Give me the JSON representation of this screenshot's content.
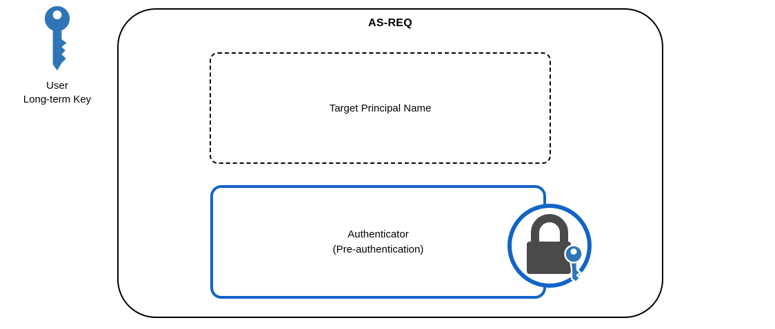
{
  "user_key": {
    "icon": "key-icon",
    "label_line1": "User",
    "label_line2": "Long-term Key"
  },
  "as_req": {
    "title": "AS-REQ",
    "target_principal": {
      "label": "Target Principal Name"
    },
    "authenticator": {
      "label_line1": "Authenticator",
      "label_line2": "(Pre-authentication)",
      "icon": "lock-with-key-icon"
    }
  },
  "colors": {
    "accent_blue": "#1264C8",
    "icon_blue": "#2E75B6",
    "lock_gray": "#4A4A4A",
    "line_black": "#000000",
    "background": "#FFFFFF"
  }
}
